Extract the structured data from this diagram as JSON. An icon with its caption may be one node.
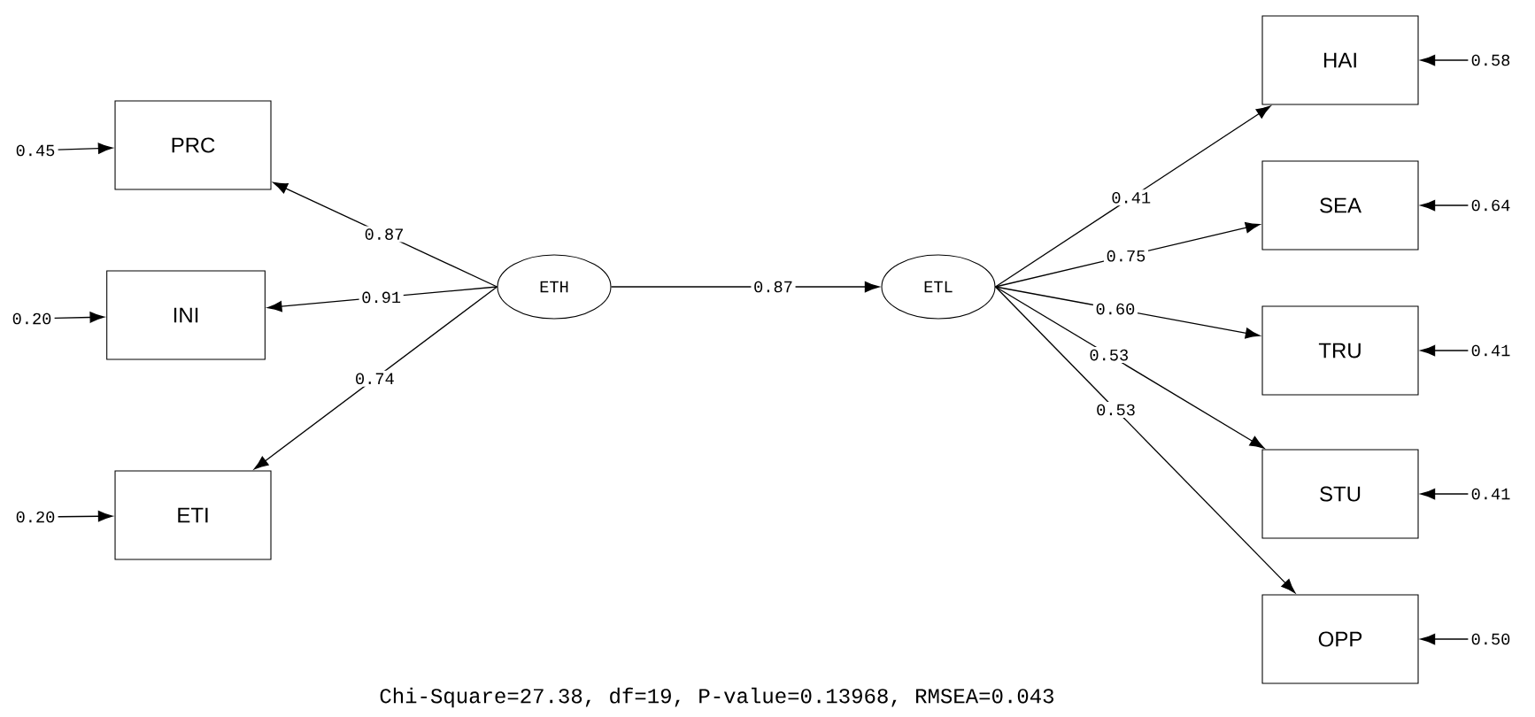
{
  "diagram": {
    "caption": "Chi-Square=27.38, df=19, P-value=0.13968, RMSEA=0.043",
    "nodes": [
      {
        "text": [
          "PRC"
        ]
      },
      {
        "text": [
          "INI"
        ]
      },
      {
        "text": [
          "ETI"
        ]
      },
      {
        "text": [
          "ETH"
        ]
      },
      {
        "text": [
          "ETL"
        ]
      },
      {
        "text": [
          "HAI"
        ]
      },
      {
        "text": [
          "SEA"
        ]
      },
      {
        "text": [
          "TRU"
        ]
      },
      {
        "text": [
          "STU"
        ]
      },
      {
        "text": [
          "OPP"
        ]
      },
      {
        "text": [
          "0.45"
        ]
      },
      {
        "text": [
          "0.20"
        ]
      },
      {
        "text": [
          "0.20"
        ]
      },
      {
        "text": [
          "0.58"
        ]
      },
      {
        "text": [
          "0.64"
        ]
      },
      {
        "text": [
          "0.41"
        ]
      },
      {
        "text": [
          "0.41"
        ]
      },
      {
        "text": [
          "0.50"
        ]
      }
    ],
    "edges": [
      {
        "from": 3,
        "to": 0,
        "arrow": "to",
        "label": "0.87"
      },
      {
        "from": 3,
        "to": 1,
        "arrow": "to",
        "label": "0.91"
      },
      {
        "from": 3,
        "to": 2,
        "arrow": "to",
        "label": "0.74"
      },
      {
        "from": 3,
        "to": 4,
        "arrow": "to",
        "label": "0.87"
      },
      {
        "from": 4,
        "to": 5,
        "arrow": "to",
        "label": "0.41"
      },
      {
        "from": 4,
        "to": 6,
        "arrow": "to",
        "label": "0.75"
      },
      {
        "from": 4,
        "to": 7,
        "arrow": "to",
        "label": "0.60"
      },
      {
        "from": 4,
        "to": 8,
        "arrow": "to",
        "label": "0.53"
      },
      {
        "from": 4,
        "to": 9,
        "arrow": "to",
        "label": "0.53"
      },
      {
        "from": 10,
        "to": 0,
        "arrow": "to"
      },
      {
        "from": 11,
        "to": 1,
        "arrow": "to"
      },
      {
        "from": 12,
        "to": 2,
        "arrow": "to"
      },
      {
        "from": 13,
        "to": 5,
        "arrow": "to"
      },
      {
        "from": 14,
        "to": 6,
        "arrow": "to"
      },
      {
        "from": 15,
        "to": 7,
        "arrow": "to"
      },
      {
        "from": 16,
        "to": 8,
        "arrow": "to"
      },
      {
        "from": 17,
        "to": 9,
        "arrow": "to"
      }
    ]
  }
}
